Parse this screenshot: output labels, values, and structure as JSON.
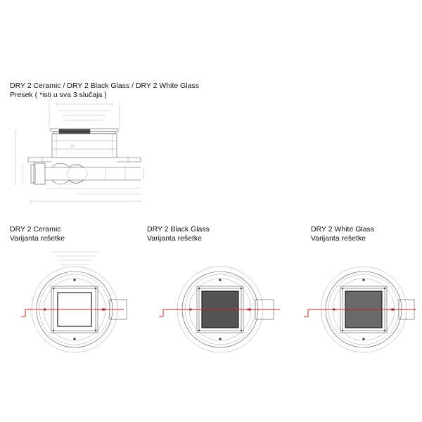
{
  "section": {
    "title": "DRY 2 Ceramic / DRY 2 Black Glass / DRY 2 White Glass",
    "subtitle": "Presek ( *isti u sva 3 slučaja )"
  },
  "variants": [
    {
      "name": "DRY 2 Ceramic",
      "label": "Varijanta rešetke",
      "grate_fill": "#ffffff"
    },
    {
      "name": "DRY 2 Black Glass",
      "label": "Varijanta rešetke",
      "grate_fill": "#555555"
    },
    {
      "name": "DRY 2 White Glass",
      "label": "Varijanta rešetke",
      "grate_fill": "#6a6a6a"
    }
  ],
  "colors": {
    "centerline": "#d42020",
    "linework": "#555555"
  }
}
